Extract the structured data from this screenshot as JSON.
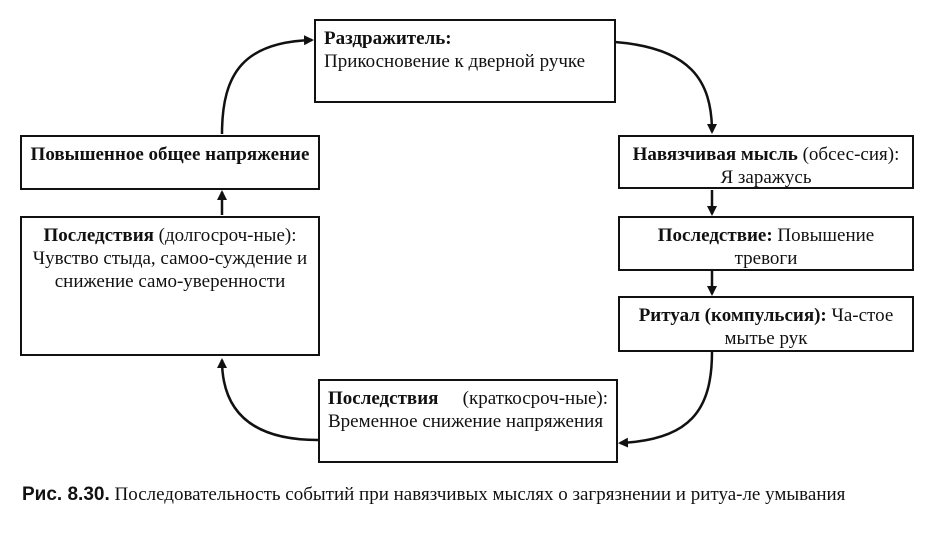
{
  "boxes": {
    "stimulus": {
      "title": "Раздражитель:",
      "text": "Прикосновение к дверной ручке"
    },
    "obsession": {
      "title": "Навязчивая мысль",
      "text": " (обсес-сия): Я заражусь"
    },
    "consequence_anxiety": {
      "title": "Последствие:",
      "text": " Повышение тревоги"
    },
    "ritual": {
      "title": "Ритуал (компульсия):",
      "text": " Ча-стое мытье рук"
    },
    "short_term": {
      "title": "Последствия",
      "text": " (краткосроч-ные): Временное снижение напряжения"
    },
    "long_term": {
      "title": "Последствия",
      "text": " (долгосроч-ные): Чувство стыда, самоо-суждение и снижение само-уверенности"
    },
    "tension": {
      "title": "Повышенное общее напряжение"
    }
  },
  "caption": {
    "label": "Рис. 8.30.",
    "text": " Последовательность событий при навязчивых мыслях о загрязнении и ритуа-ле умывания"
  }
}
